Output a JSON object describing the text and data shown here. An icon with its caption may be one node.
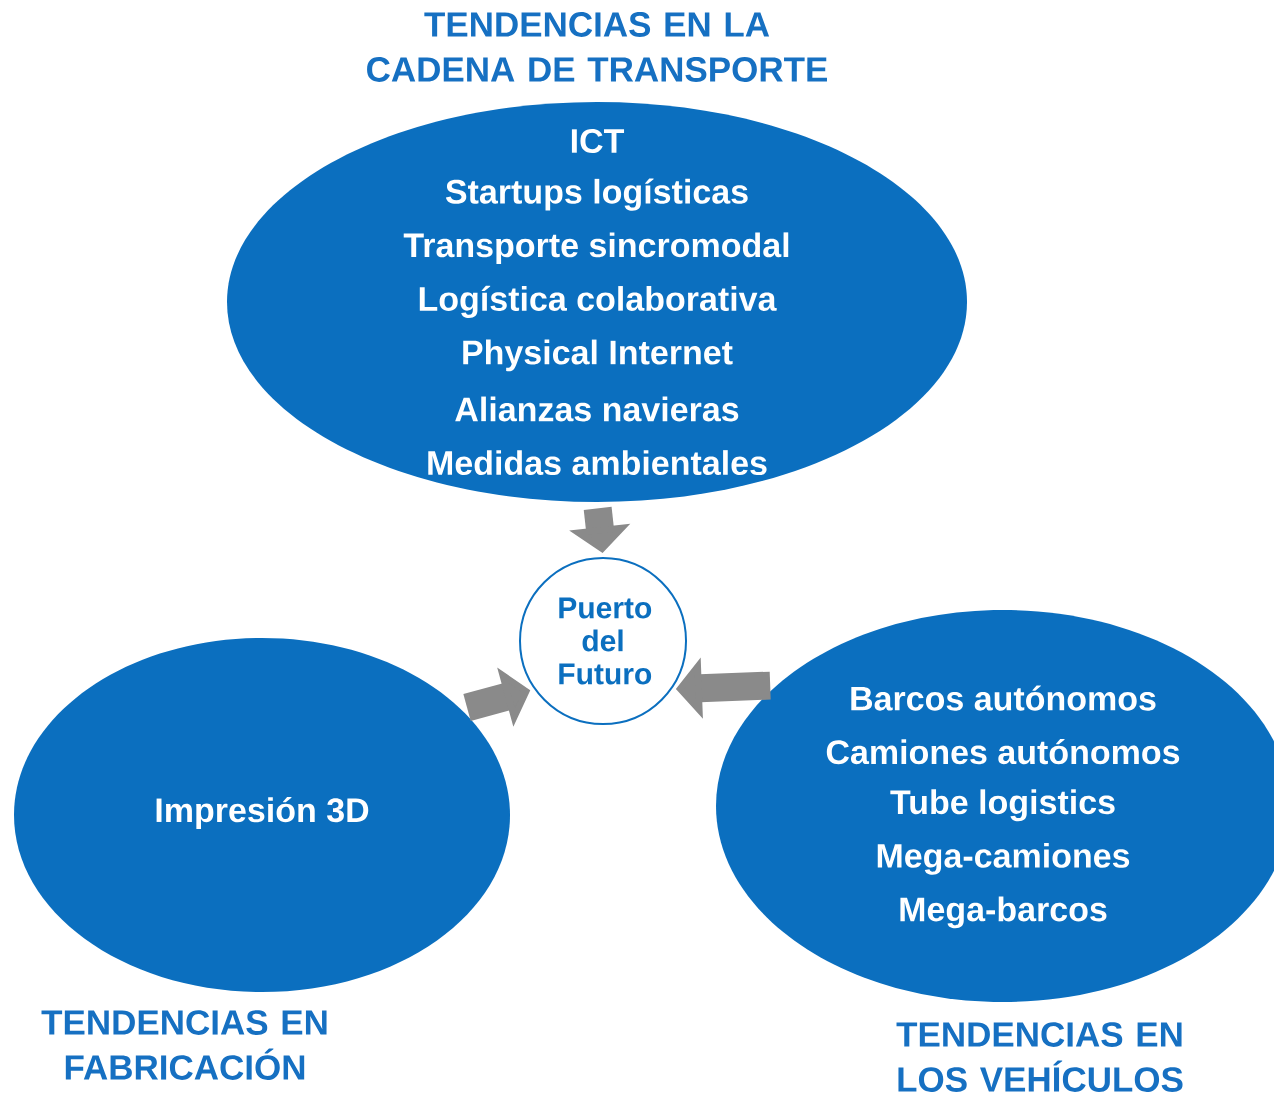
{
  "diagram": {
    "nodes": [
      {
        "text": [
          "TENDENCIAS EN LA CADENA DE TRANSPORTE",
          "ICT",
          "Startups logísticas",
          "Transporte sincromodal",
          "Logística colaborativa",
          "Physical Internet",
          "Alianzas navieras",
          "Medidas ambientales"
        ]
      },
      {
        "text": [
          "Puerto del Futuro"
        ]
      },
      {
        "text": [
          "Impresión 3D",
          "TENDENCIAS EN FABRICACIÓN"
        ]
      },
      {
        "text": [
          "Barcos autónomos",
          "Camiones autónomos",
          "Tube logistics",
          "Mega-camiones",
          "Mega-barcos",
          "TENDENCIAS EN LOS VEHÍCULOS"
        ]
      }
    ],
    "edges": [
      {
        "from": 0,
        "to": 1,
        "arrow": "to"
      },
      {
        "from": 2,
        "to": 1,
        "arrow": "to"
      },
      {
        "from": 3,
        "to": 1,
        "arrow": "to"
      }
    ]
  }
}
